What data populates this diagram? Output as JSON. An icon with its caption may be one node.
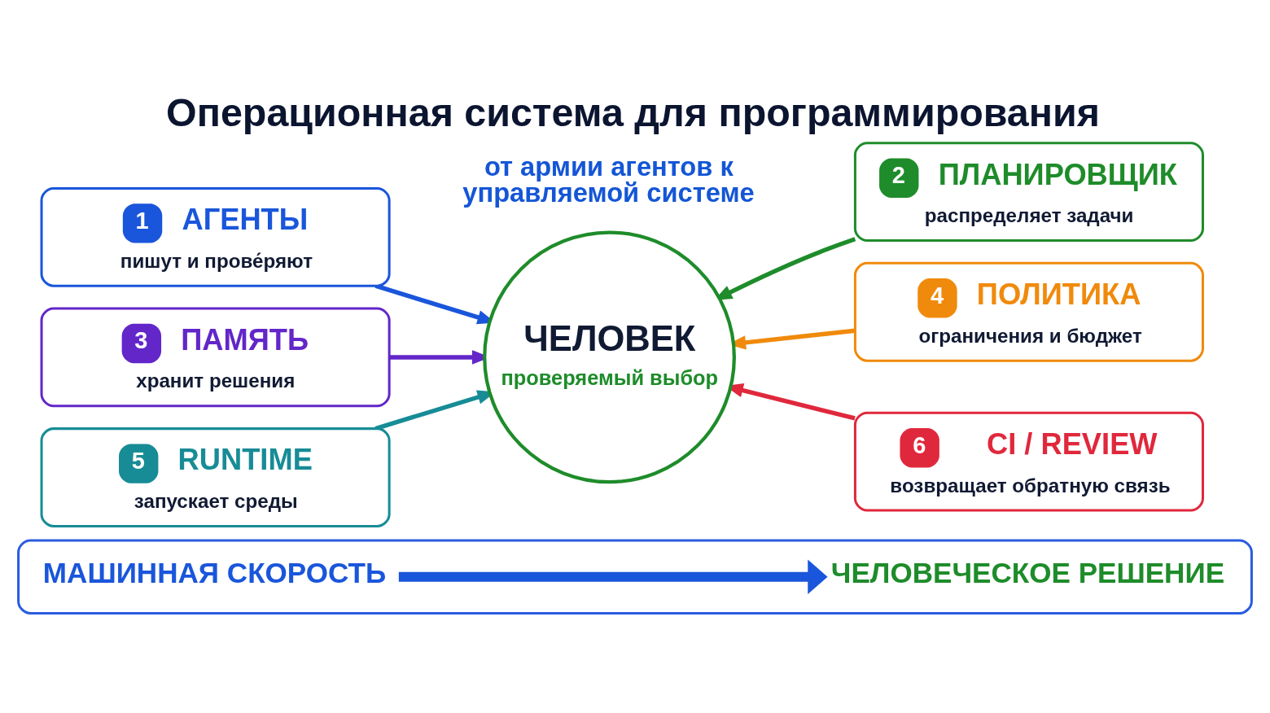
{
  "diagram": {
    "title": "Операционная система для программирования",
    "nodes": [
      {
        "text": [
          "1",
          "АГЕНТЫ",
          "пишут и прове́ряют"
        ]
      },
      {
        "text": [
          "2",
          "ПЛАНИРОВЩИК",
          "распределяет задачи"
        ]
      },
      {
        "text": [
          "3",
          "ПАМЯТЬ",
          "хранит решения"
        ]
      },
      {
        "text": [
          "ЧЕЛОВЕК",
          "проверяемый выбор"
        ]
      },
      {
        "text": [
          "4",
          "ПОЛИТИКА",
          "ограничения и бюджет"
        ]
      },
      {
        "text": [
          "5",
          "RUNTIME",
          "запускает среды"
        ]
      },
      {
        "text": [
          "6",
          "CI / REVIEW",
          "возвращает обратную связь"
        ]
      },
      {
        "text": [],
        "shape": "box"
      },
      {
        "text": [
          "МАШИННАЯ СКОРОСТЬ"
        ],
        "in": 7
      },
      {
        "text": [
          "ЧЕЛОВЕЧЕСКОЕ РЕШЕНИЕ"
        ],
        "in": 7
      }
    ],
    "edges": [
      {
        "from": 0,
        "to": 3,
        "arrow": "to",
        "color": "#1a56db"
      },
      {
        "from": 1,
        "to": 3,
        "arrow": "to",
        "color": "#1e8c2a"
      },
      {
        "from": 2,
        "to": 3,
        "arrow": "to",
        "color": "#6226c9"
      },
      {
        "from": 4,
        "to": 3,
        "arrow": "to",
        "color": "#f08a0c"
      },
      {
        "from": 5,
        "to": 3,
        "arrow": "to",
        "color": "#178c96"
      },
      {
        "from": 6,
        "to": 3,
        "arrow": "to",
        "color": "#e0283c"
      },
      {
        "from": 8,
        "to": 9,
        "arrow": "to",
        "style": "thick",
        "color": "#1a56db"
      }
    ],
    "labels": [
      "от армии агентов к управляемой системе"
    ]
  }
}
